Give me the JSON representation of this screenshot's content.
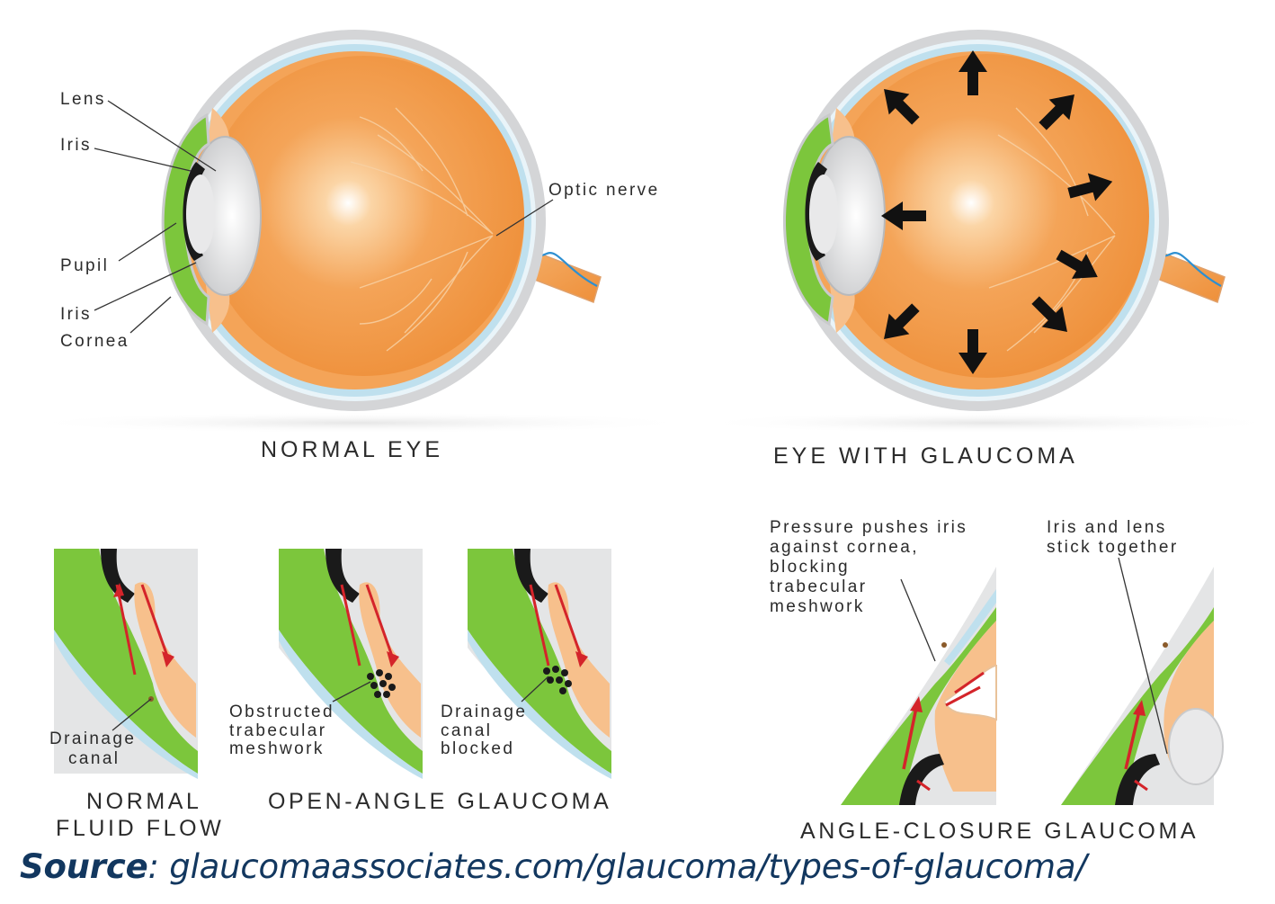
{
  "labels": {
    "lens": "Lens",
    "iris_top": "Iris",
    "pupil": "Pupil",
    "iris_bottom": "Iris",
    "cornea": "Cornea",
    "optic_nerve": "Optic nerve",
    "drainage_canal_1": "Drainage",
    "drainage_canal_2": "canal",
    "obstructed_1": "Obstructed",
    "obstructed_2": "trabecular",
    "obstructed_3": "meshwork",
    "blocked_1": "Drainage",
    "blocked_2": "canal",
    "blocked_3": "blocked",
    "pressure_1": "Pressure pushes iris",
    "pressure_2": "against cornea,",
    "pressure_3": "blocking",
    "pressure_4": "trabecular",
    "pressure_5": "meshwork",
    "stick_1": "Iris and lens",
    "stick_2": "stick together"
  },
  "titles": {
    "normal_eye": "NORMAL EYE",
    "glaucoma_eye": "EYE WITH GLAUCOMA",
    "normal_flow_1": "NORMAL",
    "normal_flow_2": "FLUID FLOW",
    "open_angle": "OPEN-ANGLE GLAUCOMA",
    "angle_closure": "ANGLE-CLOSURE GLAUCOMA"
  },
  "source": {
    "prefix": "Source",
    "text": ": glaucomaassociates.com/glaucoma/types-of-glaucoma/"
  },
  "colors": {
    "orange": "#f29a45",
    "peach": "#f7c08c",
    "green": "#7cc63c",
    "grey": "#cfd0d2",
    "sclera_blue": "#cfe6f2",
    "red_arrow": "#d4242a",
    "source_text": "#12375f"
  }
}
